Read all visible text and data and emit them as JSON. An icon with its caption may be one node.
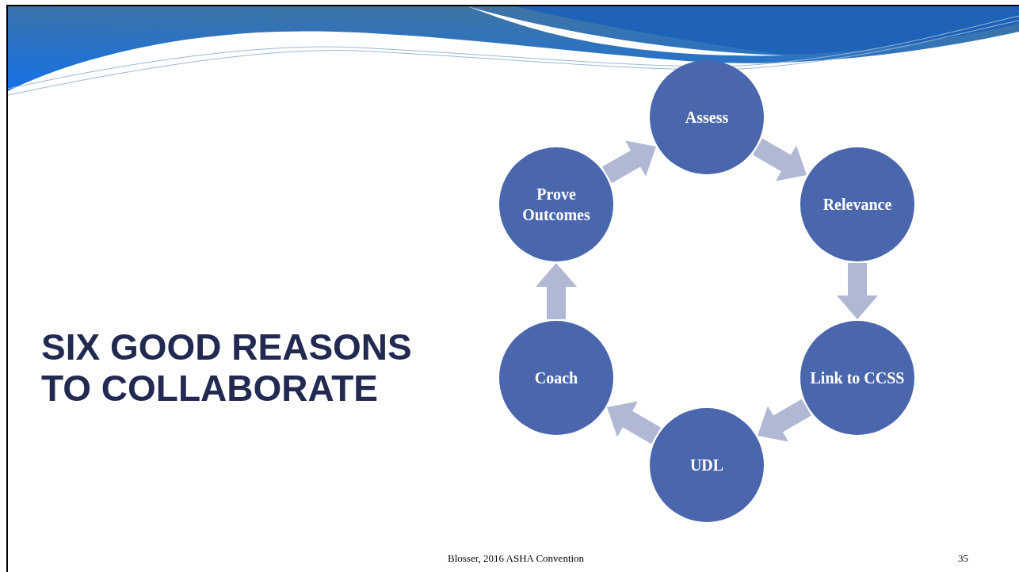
{
  "diagram": {
    "title": "SIX GOOD REASONS TO COLLABORATE",
    "nodes": [
      {
        "text": [
          "Assess"
        ]
      },
      {
        "text": [
          "Relevance"
        ]
      },
      {
        "text": [
          "Link to CCSS"
        ]
      },
      {
        "text": [
          "UDL"
        ]
      },
      {
        "text": [
          "Coach"
        ]
      },
      {
        "text": [
          "Prove Outcomes"
        ]
      }
    ],
    "edges": [
      {
        "from": 0,
        "to": 1,
        "arrow": "to"
      },
      {
        "from": 1,
        "to": 2,
        "arrow": "to"
      },
      {
        "from": 2,
        "to": 3,
        "arrow": "to"
      },
      {
        "from": 3,
        "to": 4,
        "arrow": "to"
      },
      {
        "from": 4,
        "to": 5,
        "arrow": "to"
      },
      {
        "from": 5,
        "to": 0,
        "arrow": "to"
      }
    ],
    "labels": [
      "Blosser, 2016 ASHA Convention",
      "35"
    ]
  }
}
